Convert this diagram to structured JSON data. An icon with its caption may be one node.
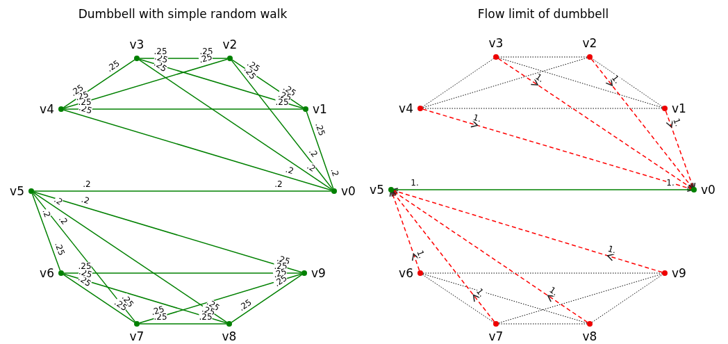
{
  "diagram": {
    "nodes": [
      {
        "text": [
          "v0"
        ]
      },
      {
        "text": [
          "v1"
        ]
      },
      {
        "text": [
          "v2"
        ]
      },
      {
        "text": [
          "v3"
        ]
      },
      {
        "text": [
          "v4"
        ]
      },
      {
        "text": [
          "v5"
        ]
      },
      {
        "text": [
          "v6"
        ]
      },
      {
        "text": [
          "v7"
        ]
      },
      {
        "text": [
          "v8"
        ]
      },
      {
        "text": [
          "v9"
        ]
      },
      {
        "text": [
          "v0"
        ]
      },
      {
        "text": [
          "v1"
        ]
      },
      {
        "text": [
          "v2"
        ]
      },
      {
        "text": [
          "v3"
        ]
      },
      {
        "text": [
          "v4"
        ]
      },
      {
        "text": [
          "v5"
        ]
      },
      {
        "text": [
          "v6"
        ]
      },
      {
        "text": [
          "v7"
        ]
      },
      {
        "text": [
          "v8"
        ]
      },
      {
        "text": [
          "v9"
        ]
      }
    ],
    "edges": [
      {
        "from": 0,
        "to": 1,
        "arrow": "none"
      },
      {
        "from": 0,
        "to": 2,
        "arrow": "none"
      },
      {
        "from": 0,
        "to": 3,
        "arrow": "none"
      },
      {
        "from": 0,
        "to": 4,
        "arrow": "none"
      },
      {
        "from": 1,
        "to": 2,
        "arrow": "none"
      },
      {
        "from": 1,
        "to": 3,
        "arrow": "none"
      },
      {
        "from": 1,
        "to": 4,
        "arrow": "none"
      },
      {
        "from": 2,
        "to": 3,
        "arrow": "none"
      },
      {
        "from": 2,
        "to": 4,
        "arrow": "none"
      },
      {
        "from": 3,
        "to": 4,
        "arrow": "none"
      },
      {
        "from": 0,
        "to": 5,
        "arrow": "none"
      },
      {
        "from": 5,
        "to": 6,
        "arrow": "none"
      },
      {
        "from": 5,
        "to": 7,
        "arrow": "none"
      },
      {
        "from": 5,
        "to": 8,
        "arrow": "none"
      },
      {
        "from": 5,
        "to": 9,
        "arrow": "none"
      },
      {
        "from": 6,
        "to": 7,
        "arrow": "none"
      },
      {
        "from": 6,
        "to": 8,
        "arrow": "none"
      },
      {
        "from": 6,
        "to": 9,
        "arrow": "none"
      },
      {
        "from": 7,
        "to": 8,
        "arrow": "none"
      },
      {
        "from": 7,
        "to": 9,
        "arrow": "none"
      },
      {
        "from": 8,
        "to": 9,
        "arrow": "none"
      },
      {
        "from": 11,
        "to": 12,
        "arrow": "none",
        "style": "dashed",
        "color": "#000000"
      },
      {
        "from": 11,
        "to": 13,
        "arrow": "none",
        "style": "dashed",
        "color": "#000000"
      },
      {
        "from": 11,
        "to": 14,
        "arrow": "none",
        "style": "dashed",
        "color": "#000000"
      },
      {
        "from": 12,
        "to": 13,
        "arrow": "none",
        "style": "dashed",
        "color": "#000000"
      },
      {
        "from": 12,
        "to": 14,
        "arrow": "none",
        "style": "dashed",
        "color": "#000000"
      },
      {
        "from": 13,
        "to": 14,
        "arrow": "none",
        "style": "dashed",
        "color": "#000000"
      },
      {
        "from": 16,
        "to": 17,
        "arrow": "none",
        "style": "dashed",
        "color": "#000000"
      },
      {
        "from": 16,
        "to": 18,
        "arrow": "none",
        "style": "dashed",
        "color": "#000000"
      },
      {
        "from": 16,
        "to": 19,
        "arrow": "none",
        "style": "dashed",
        "color": "#000000"
      },
      {
        "from": 17,
        "to": 18,
        "arrow": "none",
        "style": "dashed",
        "color": "#000000"
      },
      {
        "from": 17,
        "to": 19,
        "arrow": "none",
        "style": "dashed",
        "color": "#000000"
      },
      {
        "from": 18,
        "to": 19,
        "arrow": "none",
        "style": "dashed",
        "color": "#000000"
      },
      {
        "from": 11,
        "to": 10,
        "arrow": "to",
        "label": "1.",
        "style": "dashed",
        "color": "#ff0000"
      },
      {
        "from": 12,
        "to": 10,
        "arrow": "to",
        "label": "1.",
        "style": "dashed",
        "color": "#ff0000"
      },
      {
        "from": 13,
        "to": 10,
        "arrow": "to",
        "label": "1.",
        "style": "dashed",
        "color": "#ff0000"
      },
      {
        "from": 14,
        "to": 10,
        "arrow": "to",
        "label": "1.",
        "style": "dashed",
        "color": "#ff0000"
      },
      {
        "from": 16,
        "to": 15,
        "arrow": "to",
        "label": "1.",
        "style": "dashed",
        "color": "#ff0000"
      },
      {
        "from": 17,
        "to": 15,
        "arrow": "to",
        "label": "1.",
        "style": "dashed",
        "color": "#ff0000"
      },
      {
        "from": 18,
        "to": 15,
        "arrow": "to",
        "label": "1.",
        "style": "dashed",
        "color": "#ff0000"
      },
      {
        "from": 19,
        "to": 15,
        "arrow": "to",
        "label": "1.",
        "style": "dashed",
        "color": "#ff0000"
      },
      {
        "from": 15,
        "to": 10,
        "arrow": "none"
      }
    ],
    "labels": [
      "Dumbbell with simple random walk",
      "Flow limit of dumbbell",
      ".2",
      ".25",
      ".2",
      ".25",
      ".2",
      ".25",
      ".2",
      ".25",
      ".25",
      ".25",
      ".25",
      ".25",
      ".25",
      ".25",
      ".25",
      ".25",
      ".25",
      ".25",
      ".25",
      ".25",
      ".2",
      ".2",
      ".2",
      ".25",
      ".2",
      ".25",
      ".2",
      ".25",
      ".2",
      ".25",
      ".25",
      ".25",
      ".25",
      ".25",
      ".25",
      ".25",
      ".25",
      ".25",
      ".25",
      ".25",
      ".25",
      ".25",
      "1.",
      "1."
    ]
  }
}
